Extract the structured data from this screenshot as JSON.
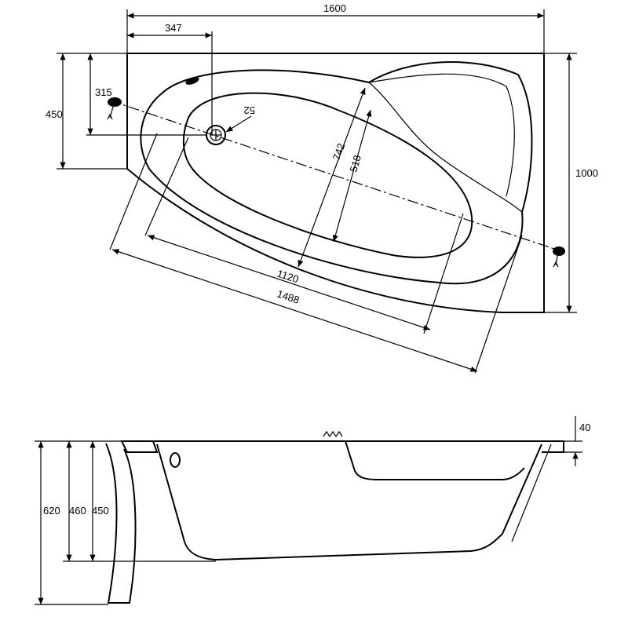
{
  "top_view": {
    "dims": {
      "overall_length": "1600",
      "drain_offset_x": "347",
      "drain_offset_y_outer": "450",
      "drain_offset_y_inner": "315",
      "drain_size": "52",
      "overall_width": "1000",
      "width_outer": "742",
      "width_inner": "518",
      "length_inner": "1120",
      "length_outer": "1488"
    }
  },
  "side_view": {
    "dims": {
      "total_height": "620",
      "rim_height": "460",
      "inner_height": "450",
      "rim_thickness": "40"
    }
  },
  "colors": {
    "line": "#000000",
    "background": "#ffffff"
  }
}
